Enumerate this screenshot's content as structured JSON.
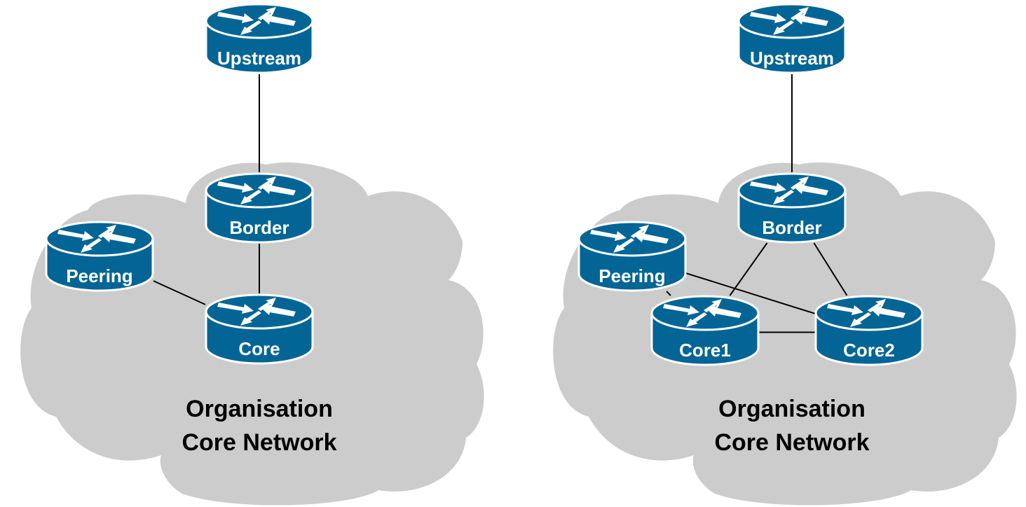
{
  "colors": {
    "router_fill": "#036595",
    "router_outline": "#ffffff",
    "cloud_fill": "#cccccc",
    "link": "#000000"
  },
  "diagrams": [
    {
      "name": "single-core",
      "cloud_label": [
        "Organisation",
        "Core Network"
      ],
      "routers": [
        {
          "id": "upstream",
          "label": "Upstream",
          "icon": "router-icon"
        },
        {
          "id": "border",
          "label": "Border",
          "icon": "router-icon"
        },
        {
          "id": "peering",
          "label": "Peering",
          "icon": "router-icon"
        },
        {
          "id": "core",
          "label": "Core",
          "icon": "router-icon"
        }
      ],
      "links": [
        [
          "upstream",
          "border"
        ],
        [
          "border",
          "core"
        ],
        [
          "peering",
          "core"
        ]
      ]
    },
    {
      "name": "dual-core",
      "cloud_label": [
        "Organisation",
        "Core Network"
      ],
      "routers": [
        {
          "id": "upstream",
          "label": "Upstream",
          "icon": "router-icon"
        },
        {
          "id": "border",
          "label": "Border",
          "icon": "router-icon"
        },
        {
          "id": "peering",
          "label": "Peering",
          "icon": "router-icon"
        },
        {
          "id": "core1",
          "label": "Core1",
          "icon": "router-icon"
        },
        {
          "id": "core2",
          "label": "Core2",
          "icon": "router-icon"
        }
      ],
      "links": [
        [
          "upstream",
          "border"
        ],
        [
          "border",
          "core1"
        ],
        [
          "border",
          "core2"
        ],
        [
          "peering",
          "core1"
        ],
        [
          "peering",
          "core2"
        ],
        [
          "core1",
          "core2"
        ]
      ]
    }
  ]
}
